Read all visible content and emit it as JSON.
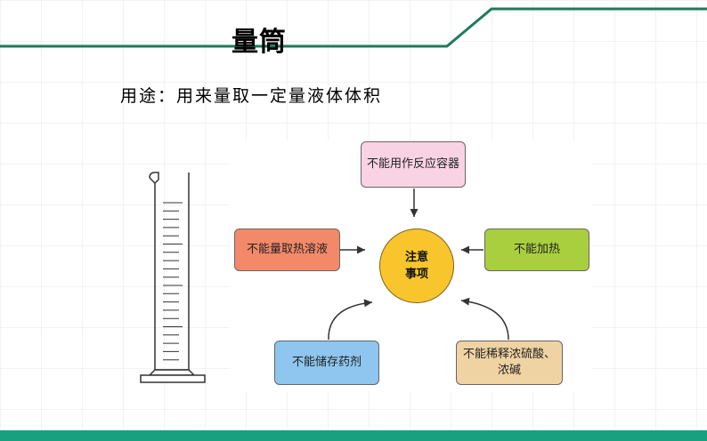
{
  "title": "量筒",
  "usage": "用途：用来量取一定量液体体积",
  "diagram": {
    "center": {
      "line1": "注意",
      "line2": "事项"
    },
    "nodes": {
      "top": "不能用作反应容器",
      "left": "不能量取热溶液",
      "right": "不能加热",
      "bottom_left": "不能储存药剂",
      "bottom_right_line1": "不能稀释浓硫酸、",
      "bottom_right_line2": "浓碱"
    }
  },
  "colors": {
    "accent": "#18a07f",
    "header_line": "#1d7a5a",
    "center_fill": "#f8c62c",
    "top_fill": "#f9d3e4",
    "left_fill": "#f4896a",
    "right_fill": "#a9cf3f",
    "bottom_left_fill": "#8ec6ef",
    "bottom_right_fill": "#f0d3a3"
  },
  "icons": {
    "illustration": "graduated-cylinder-icon"
  }
}
